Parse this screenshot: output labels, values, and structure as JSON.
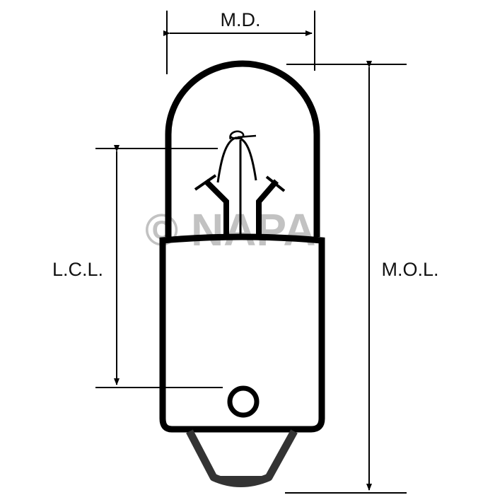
{
  "labels": {
    "md": "M.D.",
    "lcl": "L.C.L.",
    "mol": "M.O.L."
  },
  "watermark": "© NAPA",
  "colors": {
    "line": "#000000",
    "tip": "#333333",
    "watermark": "#b8b8b8"
  }
}
